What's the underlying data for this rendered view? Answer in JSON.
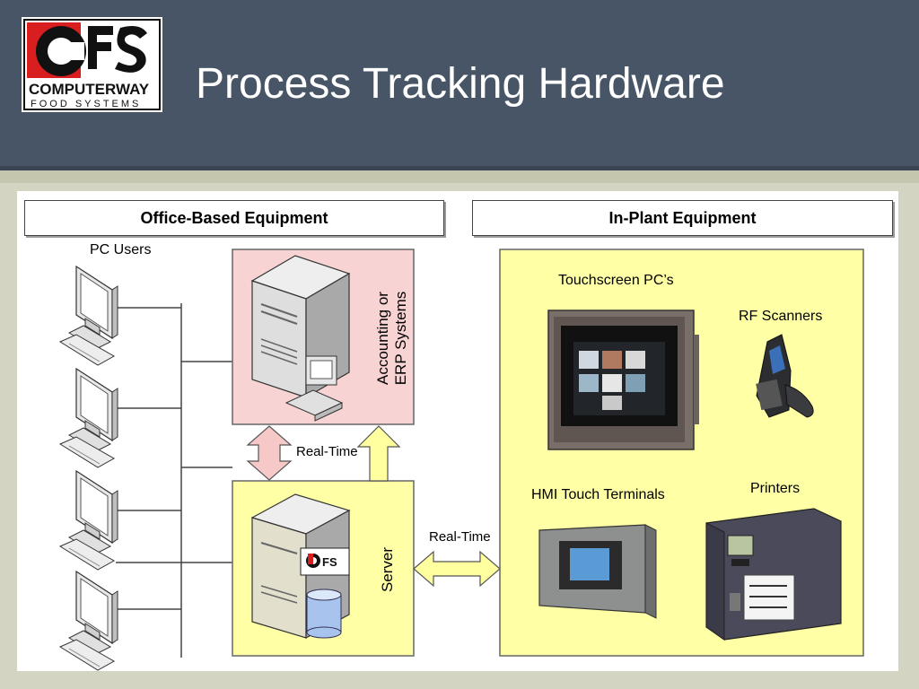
{
  "slide": {
    "title": "Process Tracking Hardware"
  },
  "logo": {
    "line1": "COMPUTERWAY",
    "line2": "FOOD SYSTEMS"
  },
  "sections": {
    "office": "Office-Based Equipment",
    "plant": "In-Plant Equipment"
  },
  "labels": {
    "pc_users": "PC Users",
    "accounting_l1": "Accounting or",
    "accounting_l2": "ERP Systems",
    "server": "Server",
    "realtime_vertical": "Real-Time",
    "realtime_horizontal": "Real-Time",
    "touchscreen": "Touchscreen PC’s",
    "rf": "RF Scanners",
    "hmi": "HMI Touch Terminals",
    "printers": "Printers"
  },
  "colors": {
    "header": "#485567",
    "pink_box": "#f7d3d3",
    "yellow_box": "#ffffa6",
    "arrow_yellow": "#ffffa0",
    "arrow_pink": "#f6c8c8"
  }
}
